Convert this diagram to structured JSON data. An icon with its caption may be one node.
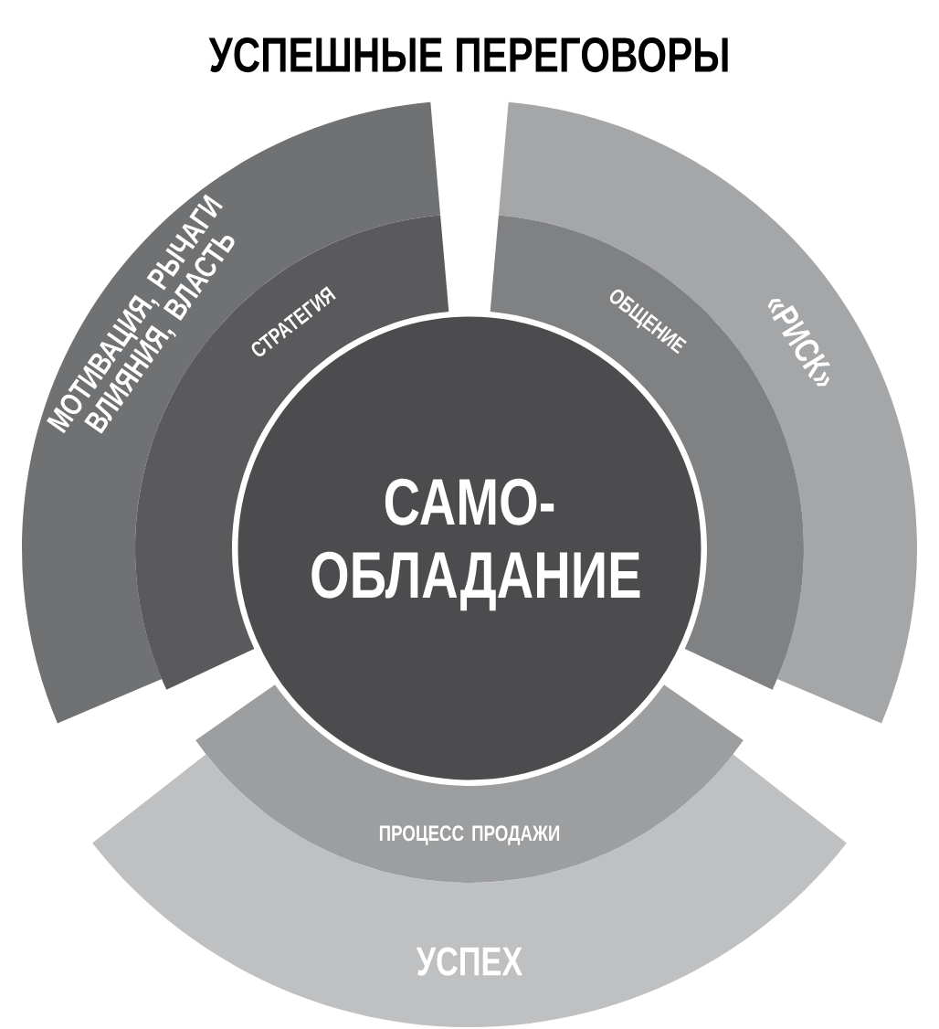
{
  "diagram": {
    "title": "УСПЕШНЫЕ ПЕРЕГОВОРЫ",
    "nodes": [
      {
        "text": [
          "САМО- ОБЛАДАНИЕ"
        ]
      },
      {
        "text": [
          "СТРАТЕГИЯ"
        ]
      },
      {
        "text": [
          "ОБЩЕНИЕ"
        ]
      },
      {
        "text": [
          "ПРОЦЕСС ПРОДАЖИ"
        ]
      },
      {
        "text": [
          "МОТИВАЦИЯ, РЫЧАГИ ВЛИЯНИЯ, ВЛАСТЬ"
        ]
      },
      {
        "text": [
          "«РИСК»"
        ]
      },
      {
        "text": [
          "УСПЕХ"
        ]
      }
    ]
  }
}
